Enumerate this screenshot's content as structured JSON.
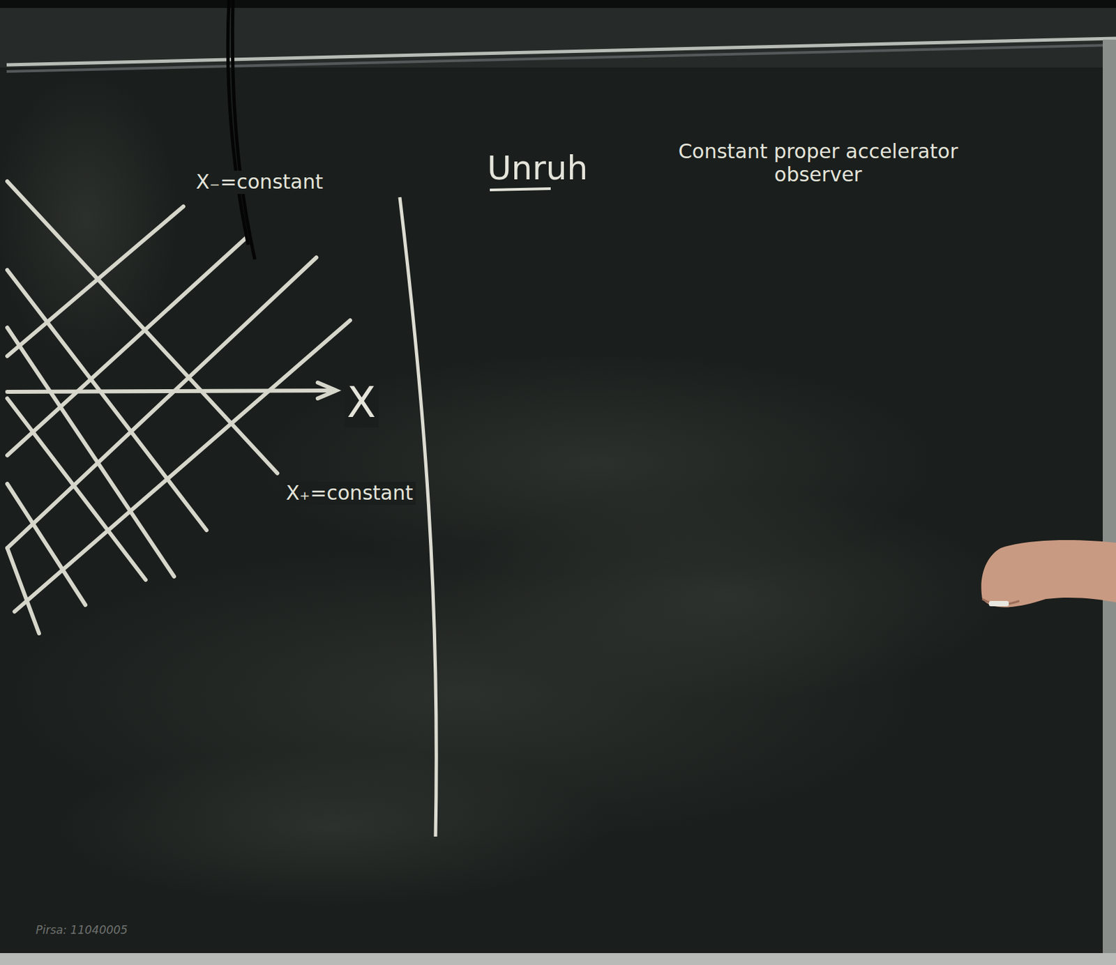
{
  "diagram": {
    "labels": [
      "X₋=constant",
      "X",
      "X₊=constant",
      "Unruh",
      "Constant proper accelerator observer",
      "Pirsa: 11040005"
    ]
  }
}
